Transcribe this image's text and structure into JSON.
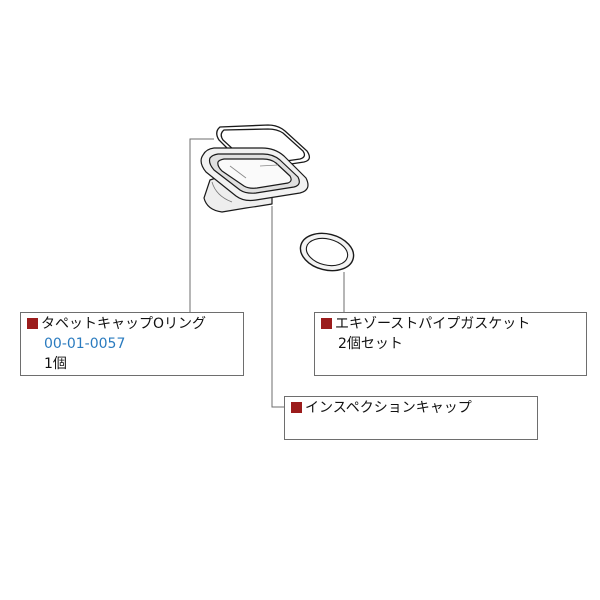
{
  "colors": {
    "marker": "#9b1c1c",
    "part_number": "#2a7bbf",
    "leader_line": "#6e6e6e"
  },
  "parts": [
    {
      "id": "oring",
      "name": "タペットキャップOリング",
      "part_number": "00-01-0057",
      "quantity": "1個"
    },
    {
      "id": "gasket",
      "name": "エキゾーストパイプガスケット",
      "quantity": "2個セット"
    },
    {
      "id": "cap",
      "name": "インスペクションキャップ"
    }
  ]
}
